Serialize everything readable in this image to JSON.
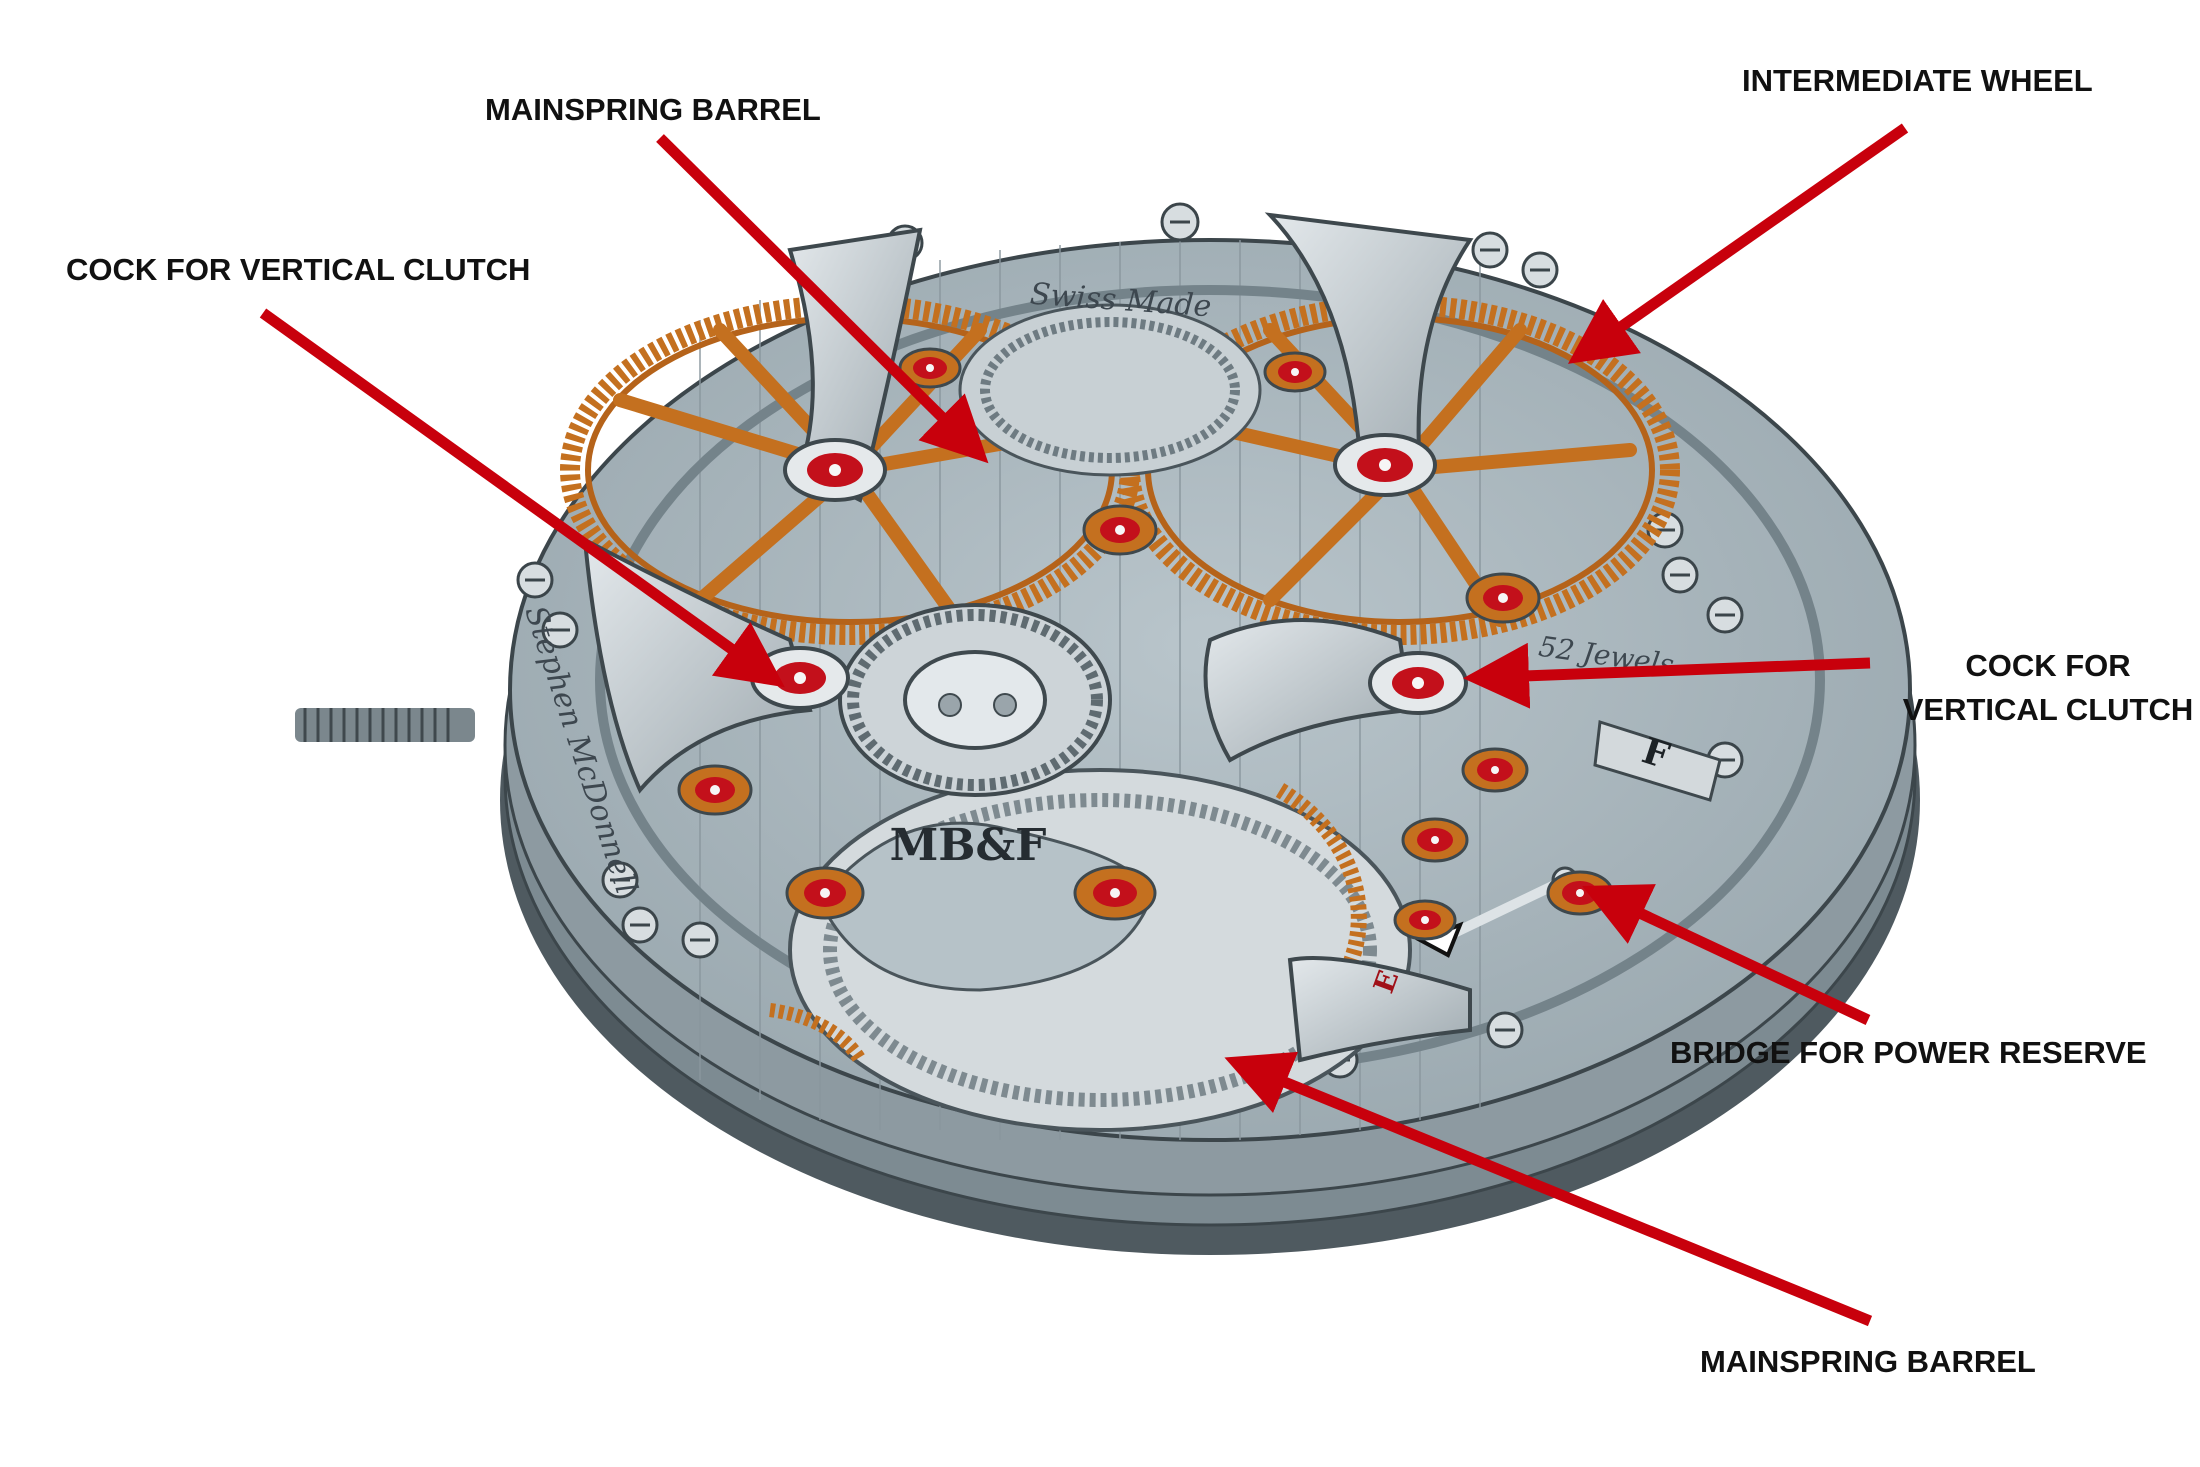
{
  "labels": {
    "mainspring_barrel_top": "MAINSPRING BARREL",
    "intermediate_wheel": "INTERMEDIATE WHEEL",
    "cock_vertical_clutch_left": "COCK FOR VERTICAL CLUTCH",
    "cock_vertical_clutch_right_line1": "COCK FOR",
    "cock_vertical_clutch_right_line2": "VERTICAL CLUTCH",
    "bridge_power_reserve": "BRIDGE FOR POWER RESERVE",
    "mainspring_barrel_bottom": "MAINSPRING BARREL"
  },
  "engravings": {
    "swiss_made": "Swiss Made",
    "maker_name": "Stephen McDonnell",
    "jewels": "52 Jewels",
    "brand_logo": "MB&F",
    "power_full": "F",
    "power_empty": "E"
  },
  "colors": {
    "arrow": "#c8000c",
    "plate": "#a9b6bc",
    "plate_dark": "#6f7e86",
    "gear": "#c4701f",
    "jewel": "#c3101b",
    "bridge": "#c9d0d4"
  }
}
